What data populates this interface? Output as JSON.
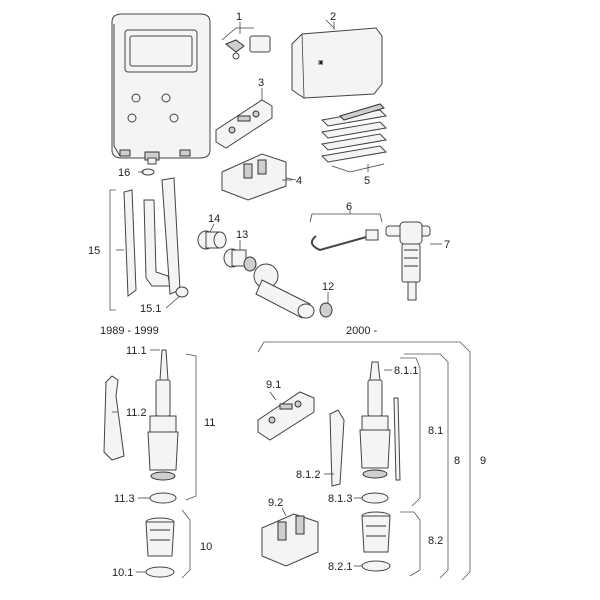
{
  "labels": {
    "l1": "1",
    "l2": "2",
    "l3": "3",
    "l4": "4",
    "l5": "5",
    "l6": "6",
    "l7": "7",
    "l8": "8",
    "l9": "9",
    "l10": "10",
    "l11": "11",
    "l12": "12",
    "l13": "13",
    "l14": "14",
    "l15": "15",
    "l16": "16",
    "l15_1": "15.1",
    "l11_1": "11.1",
    "l11_2": "11.2",
    "l11_3": "11.3",
    "l10_1": "10.1",
    "l9_1": "9.1",
    "l9_2": "9.2",
    "l8_1_1": "8.1.1",
    "l8_1": "8.1",
    "l8_1_2": "8.1.2",
    "l8_1_3": "8.1.3",
    "l8_2": "8.2",
    "l8_2_1": "8.2.1"
  },
  "eras": {
    "old": "1989 - 1999",
    "new": "2000 -"
  },
  "icons": {
    "cistern": "cistern-icon",
    "fill_valve": "fill-valve-icon",
    "flush_valve": "flush-valve-icon"
  }
}
